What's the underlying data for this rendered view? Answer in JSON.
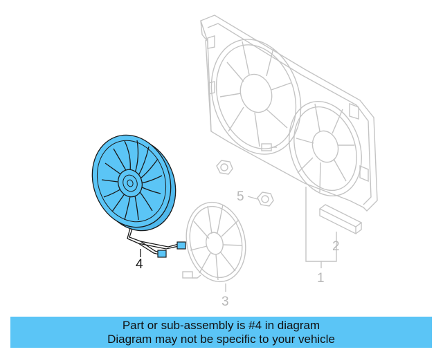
{
  "callouts": {
    "one": "1",
    "two": "2",
    "three": "3",
    "four": "4",
    "five": "5"
  },
  "banner": {
    "line1": "Part or sub-assembly is #4 in diagram",
    "line2": "Diagram may not be specific to your vehicle"
  },
  "colors": {
    "highlight": "#5bc5f6",
    "ghost_lines": "#c4c4c4",
    "banner_bg": "#5bc5f6"
  }
}
